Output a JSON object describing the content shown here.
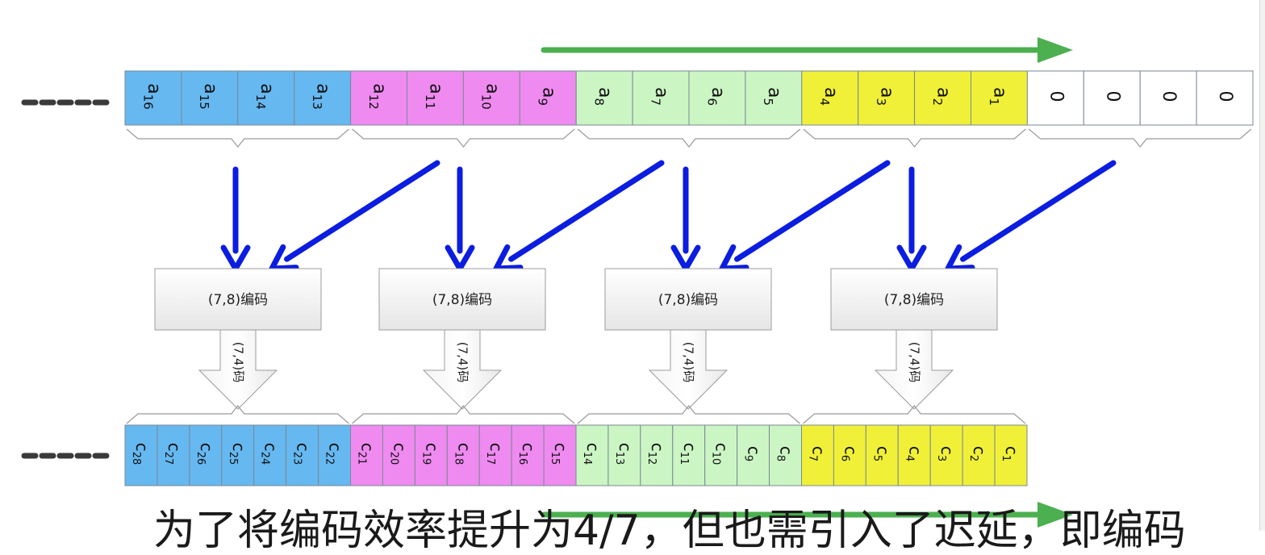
{
  "colors": {
    "blue": "#66b8f0",
    "magenta": "#ef8af0",
    "green": "#ccf5c4",
    "yellow": "#f0f038",
    "white": "#ffffff",
    "arrow_blue": "#0b1de0",
    "arrow_green": "#4caf50"
  },
  "ellipsis": "-----",
  "input_cells": [
    {
      "label": "a",
      "sub": "16",
      "group": "blue"
    },
    {
      "label": "a",
      "sub": "15",
      "group": "blue"
    },
    {
      "label": "a",
      "sub": "14",
      "group": "blue"
    },
    {
      "label": "a",
      "sub": "13",
      "group": "blue"
    },
    {
      "label": "a",
      "sub": "12",
      "group": "magenta"
    },
    {
      "label": "a",
      "sub": "11",
      "group": "magenta"
    },
    {
      "label": "a",
      "sub": "10",
      "group": "magenta"
    },
    {
      "label": "a",
      "sub": "9",
      "group": "magenta"
    },
    {
      "label": "a",
      "sub": "8",
      "group": "green"
    },
    {
      "label": "a",
      "sub": "7",
      "group": "green"
    },
    {
      "label": "a",
      "sub": "6",
      "group": "green"
    },
    {
      "label": "a",
      "sub": "5",
      "group": "green"
    },
    {
      "label": "a",
      "sub": "4",
      "group": "yellow"
    },
    {
      "label": "a",
      "sub": "3",
      "group": "yellow"
    },
    {
      "label": "a",
      "sub": "2",
      "group": "yellow"
    },
    {
      "label": "a",
      "sub": "1",
      "group": "yellow"
    },
    {
      "label": "0",
      "sub": "",
      "group": "white"
    },
    {
      "label": "0",
      "sub": "",
      "group": "white"
    },
    {
      "label": "0",
      "sub": "",
      "group": "white"
    },
    {
      "label": "0",
      "sub": "",
      "group": "white"
    }
  ],
  "encoders": [
    {
      "label": "(7,8)编码",
      "arrow_label": "(7,4)码"
    },
    {
      "label": "(7,8)编码",
      "arrow_label": "(7,4)码"
    },
    {
      "label": "(7,8)编码",
      "arrow_label": "(7,4)码"
    },
    {
      "label": "(7,8)编码",
      "arrow_label": "(7,4)码"
    }
  ],
  "output_cells": [
    {
      "label": "c",
      "sub": "28",
      "group": "blue"
    },
    {
      "label": "c",
      "sub": "27",
      "group": "blue"
    },
    {
      "label": "c",
      "sub": "26",
      "group": "blue"
    },
    {
      "label": "c",
      "sub": "25",
      "group": "blue"
    },
    {
      "label": "c",
      "sub": "24",
      "group": "blue"
    },
    {
      "label": "c",
      "sub": "23",
      "group": "blue"
    },
    {
      "label": "c",
      "sub": "22",
      "group": "blue"
    },
    {
      "label": "c",
      "sub": "21",
      "group": "magenta"
    },
    {
      "label": "c",
      "sub": "20",
      "group": "magenta"
    },
    {
      "label": "c",
      "sub": "19",
      "group": "magenta"
    },
    {
      "label": "c",
      "sub": "18",
      "group": "magenta"
    },
    {
      "label": "c",
      "sub": "17",
      "group": "magenta"
    },
    {
      "label": "c",
      "sub": "16",
      "group": "magenta"
    },
    {
      "label": "c",
      "sub": "15",
      "group": "magenta"
    },
    {
      "label": "c",
      "sub": "14",
      "group": "green"
    },
    {
      "label": "c",
      "sub": "13",
      "group": "green"
    },
    {
      "label": "c",
      "sub": "12",
      "group": "green"
    },
    {
      "label": "c",
      "sub": "11",
      "group": "green"
    },
    {
      "label": "c",
      "sub": "10",
      "group": "green"
    },
    {
      "label": "c",
      "sub": "9",
      "group": "green"
    },
    {
      "label": "c",
      "sub": "8",
      "group": "green"
    },
    {
      "label": "c",
      "sub": "7",
      "group": "yellow"
    },
    {
      "label": "c",
      "sub": "6",
      "group": "yellow"
    },
    {
      "label": "c",
      "sub": "5",
      "group": "yellow"
    },
    {
      "label": "c",
      "sub": "4",
      "group": "yellow"
    },
    {
      "label": "c",
      "sub": "3",
      "group": "yellow"
    },
    {
      "label": "c",
      "sub": "2",
      "group": "yellow"
    },
    {
      "label": "c",
      "sub": "1",
      "group": "yellow"
    }
  ],
  "caption": "为了将编码效率提升为4/7，但也需引入了迟延，即编码"
}
